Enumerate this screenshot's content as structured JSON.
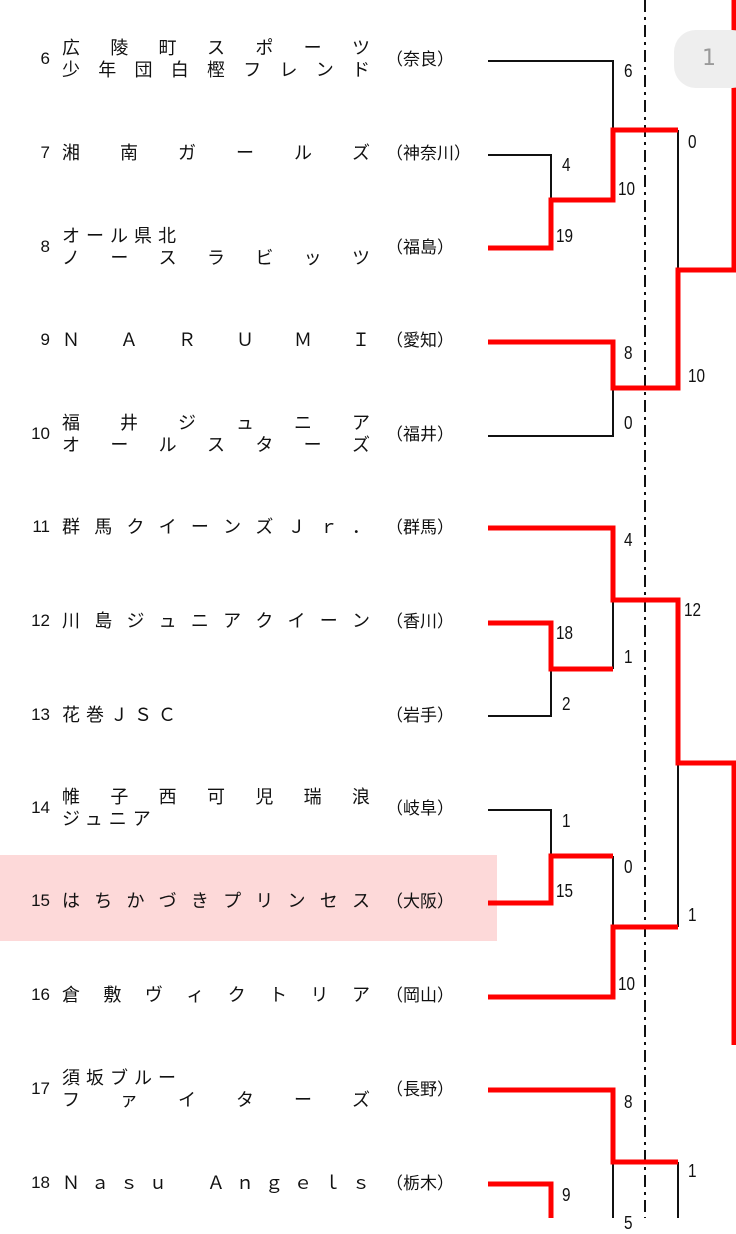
{
  "teams": [
    {
      "seed": "6",
      "lines": [
        "広陵町スポーツ",
        "少年団白樫フレンド"
      ],
      "pref": "（奈良）"
    },
    {
      "seed": "7",
      "lines": [
        "湘南ガールズ"
      ],
      "pref": "（神奈川）"
    },
    {
      "seed": "8",
      "lines": [
        "オール県北",
        "ノースラビッツ"
      ],
      "pref": "（福島）"
    },
    {
      "seed": "9",
      "lines": [
        "ＮＡＲＵＭＩ"
      ],
      "pref": "（愛知）"
    },
    {
      "seed": "10",
      "lines": [
        "福井ジュニア",
        "オールスターズ"
      ],
      "pref": "（福井）"
    },
    {
      "seed": "11",
      "lines": [
        "群馬クイーンズＪｒ．"
      ],
      "pref": "（群馬）"
    },
    {
      "seed": "12",
      "lines": [
        "川島ジュニアクイーン"
      ],
      "pref": "（香川）"
    },
    {
      "seed": "13",
      "lines": [
        "花巻ＪＳＣ"
      ],
      "pref": "（岩手）"
    },
    {
      "seed": "14",
      "lines": [
        "帷子西可児瑞浪",
        "ジュニア"
      ],
      "pref": "（岐阜）"
    },
    {
      "seed": "15",
      "lines": [
        "はちかづきプリンセス"
      ],
      "pref": "（大阪）"
    },
    {
      "seed": "16",
      "lines": [
        "倉敷ヴィクトリア"
      ],
      "pref": "（岡山）"
    },
    {
      "seed": "17",
      "lines": [
        "須坂ブルー",
        "ファイターズ"
      ],
      "pref": "（長野）"
    },
    {
      "seed": "18",
      "lines": [
        "Ｎａｓｕ　Ａｎｇｅｌｓ"
      ],
      "pref": "（栃木）"
    }
  ],
  "scores": [
    "6",
    "4",
    "10",
    "19",
    "8",
    "0",
    "0",
    "10",
    "4",
    "18",
    "1",
    "2",
    "12",
    "1",
    "0",
    "15",
    "10",
    "1",
    "8",
    "1",
    "9",
    "5"
  ],
  "page_indicator": "1",
  "colors": {
    "winner": "#ff0000",
    "line": "#111111",
    "highlight": "#fdd9d9"
  }
}
